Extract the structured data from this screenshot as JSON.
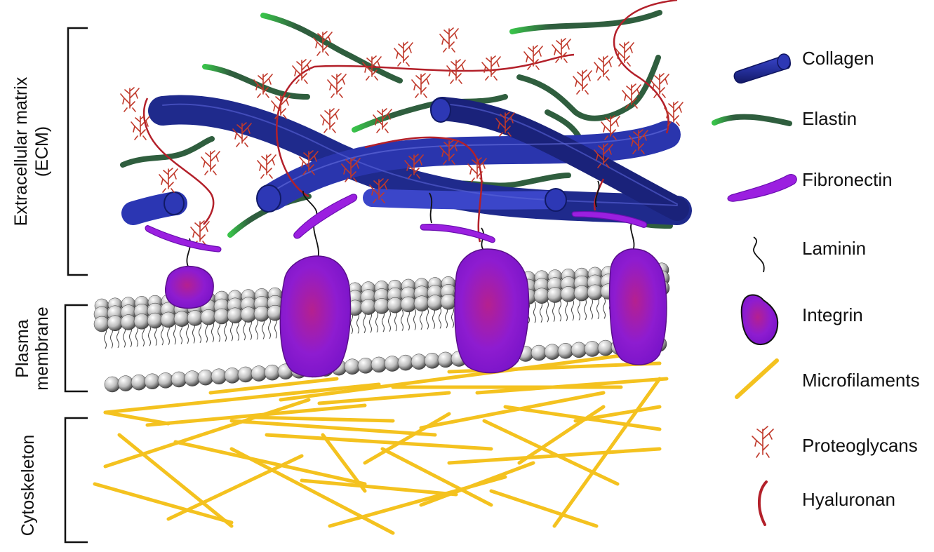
{
  "regions": {
    "ecm_line1": "Extracellular matrix",
    "ecm_line2": "(ECM)",
    "pm_line1": "Plasma",
    "pm_line2": "membrane",
    "cyto": "Cytoskeleton"
  },
  "legend": [
    {
      "id": "collagen",
      "label": "Collagen",
      "icon": "collagen-icon"
    },
    {
      "id": "elastin",
      "label": "Elastin",
      "icon": "elastin-icon"
    },
    {
      "id": "fibronectin",
      "label": "Fibronectin",
      "icon": "fibronectin-icon"
    },
    {
      "id": "laminin",
      "label": "Laminin",
      "icon": "laminin-icon"
    },
    {
      "id": "integrin",
      "label": "Integrin",
      "icon": "integrin-icon"
    },
    {
      "id": "microfilaments",
      "label": "Microfilaments",
      "icon": "microfilament-icon"
    },
    {
      "id": "proteoglycans",
      "label": "Proteoglycans",
      "icon": "proteoglycan-icon"
    },
    {
      "id": "hyaluronan",
      "label": "Hyaluronan",
      "icon": "hyaluronan-icon"
    }
  ],
  "colors": {
    "collagen": "#1f2a8c",
    "collagen_light": "#3b46c9",
    "elastin": "#2f5e3e",
    "elastin_tip": "#39c24a",
    "fibronectin": "#9b1fe0",
    "integrin": "#8a18d6",
    "integrin_core": "#c0208a",
    "laminin": "#111111",
    "microfilament": "#f4c21f",
    "proteoglycan": "#c0392b",
    "hyaluronan": "#b3202a"
  }
}
